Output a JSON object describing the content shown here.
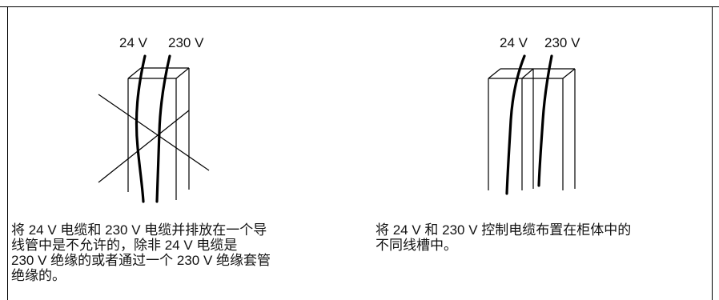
{
  "left_panel": {
    "label_24v": "24 V",
    "label_230v": "230 V",
    "caption_lines": [
      "将 24 V 电缆和 230 V 电缆并排放在一个导",
      "线管中是不允许的，除非 24 V 电缆是",
      "230 V 绝缘的或者通过一个 230 V 绝缘套管",
      "绝缘的。"
    ]
  },
  "right_panel": {
    "label_24v": "24 V",
    "label_230v": "230 V",
    "caption_lines": [
      "将 24 V 和 230 V 控制电缆布置在柜体中的",
      "不同线槽中。"
    ]
  },
  "colors": {
    "line": "#000000",
    "background": "#ffffff"
  }
}
